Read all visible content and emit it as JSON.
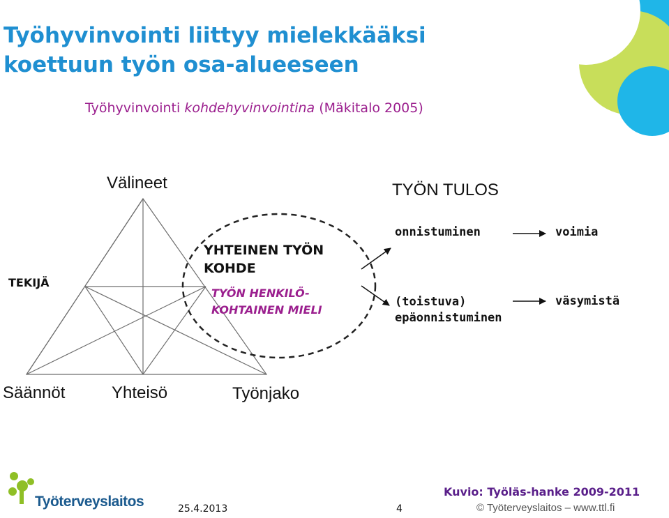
{
  "slide": {
    "title": "Työhyvinvointi liittyy mielekkääksi koettuun työn osa-alueeseen",
    "subtitle_plain_1": "Työhyvinvointi ",
    "subtitle_italic": "kohdehyvinvointina",
    "subtitle_plain_2": " (Mäkitalo 2005)"
  },
  "diagram": {
    "top_label": "Välineet",
    "left_label": "TEKIJÄ",
    "bottom_labels": [
      "Säännöt",
      "Yhteisö",
      "Työnjako"
    ],
    "object_title_1": "YHTEINEN TYÖN",
    "object_title_2": "KOHDE",
    "object_sub_1": "TYÖN HENKILÖ-",
    "object_sub_2": "KOHTAINEN MIELI",
    "outcome_heading": "TYÖN TULOS",
    "outcomes": [
      {
        "result": "onnistuminen",
        "effect": "voimia"
      },
      {
        "result_1": "(toistuva)",
        "result_2": "epäonnistuminen",
        "effect": "väsymistä"
      }
    ]
  },
  "footer": {
    "date": "25.4.2013",
    "page": "4",
    "credit": "Kuvio: Työläs-hanke 2009-2011",
    "copyright": "© Työterveyslaitos  –  www.ttl.fi",
    "logo_text": "Työterveyslaitos"
  },
  "colors": {
    "title": "#1f8fd1",
    "subtitle": "#9b1f8e",
    "object_sub": "#9b1f8e",
    "credit": "#5a1f8a",
    "deco_green": "#c8de5a",
    "deco_cyan": "#1fb6e8",
    "logo_green": "#8fbf26",
    "logo_blue": "#1b5a8e"
  }
}
